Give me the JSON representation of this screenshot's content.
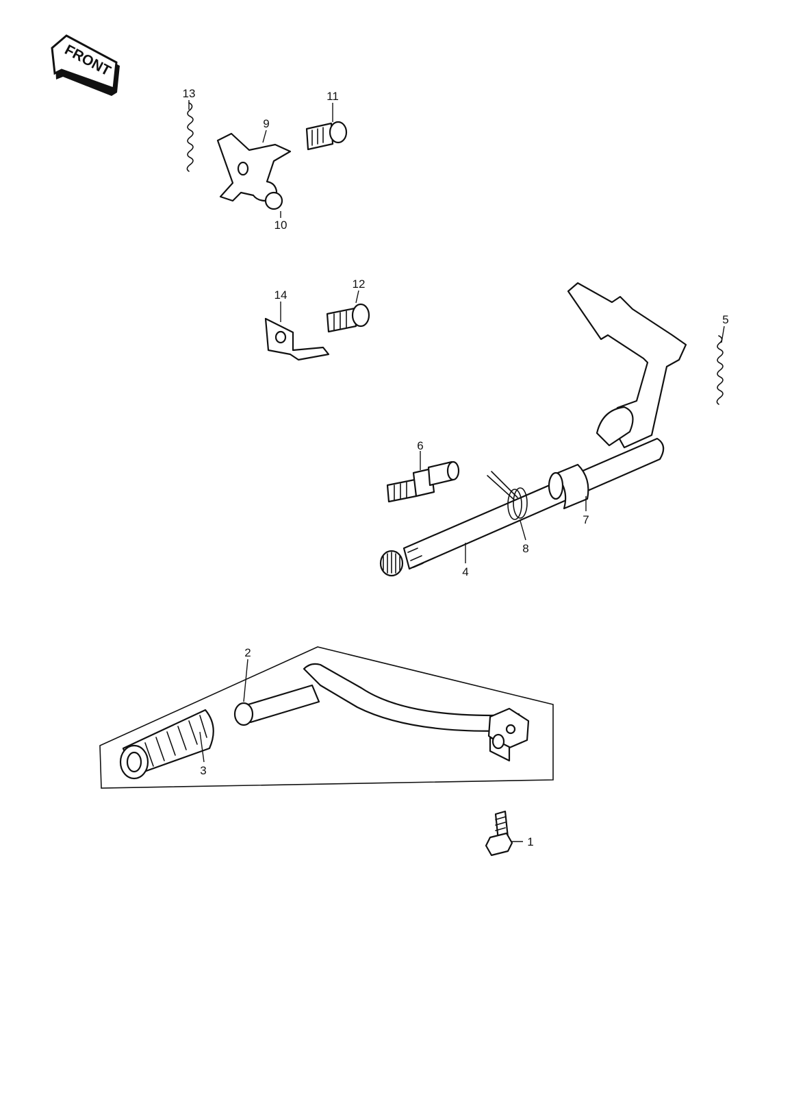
{
  "diagram": {
    "direction_label": "FRONT",
    "colors": {
      "line": "#111111",
      "background": "#ffffff"
    },
    "callouts": [
      {
        "num": "1"
      },
      {
        "num": "2"
      },
      {
        "num": "3"
      },
      {
        "num": "4"
      },
      {
        "num": "5"
      },
      {
        "num": "6"
      },
      {
        "num": "7"
      },
      {
        "num": "8"
      },
      {
        "num": "9"
      },
      {
        "num": "10"
      },
      {
        "num": "11"
      },
      {
        "num": "12"
      },
      {
        "num": "13"
      },
      {
        "num": "14"
      }
    ]
  }
}
